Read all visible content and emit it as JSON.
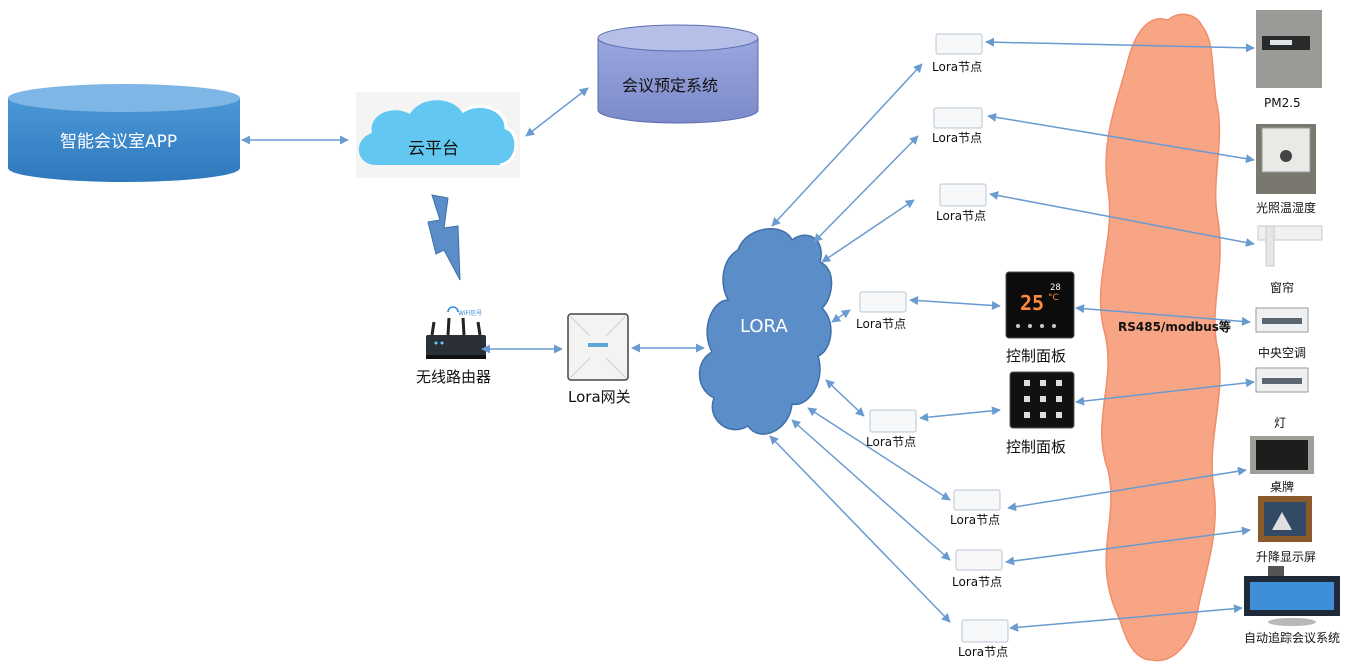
{
  "nodes": {
    "app": "智能会议室APP",
    "cloud": "云平台",
    "booking": "会议预定系统",
    "router": "无线路由器",
    "router_badge": "WiFi信号",
    "gateway": "Lora网关",
    "lora": "LORA",
    "bus": "RS485/modbus等"
  },
  "lora_nodes": [
    "Lora节点",
    "Lora节点",
    "Lora节点",
    "Lora节点",
    "Lora节点",
    "Lora节点",
    "Lora节点",
    "Lora节点"
  ],
  "panels": [
    "控制面板",
    "控制面板"
  ],
  "panel_temp": "25",
  "panel_unit": "°C",
  "panel_small": "28",
  "devices": [
    "PM2.5",
    "光照温湿度",
    "窗帘",
    "中央空调",
    "灯",
    "桌牌",
    "升降显示屏",
    "自动追踪会议系统"
  ],
  "colors": {
    "cylinder_blue": "#3a86c8",
    "cylinder_purple": "#8e9bd6",
    "cloud_blue": "#62c8f2",
    "lora_cloud": "#5b8ec9",
    "bus_cloud": "#f8a586",
    "arrow": "#6a9bd0",
    "lightning": "#5b8ec9"
  }
}
